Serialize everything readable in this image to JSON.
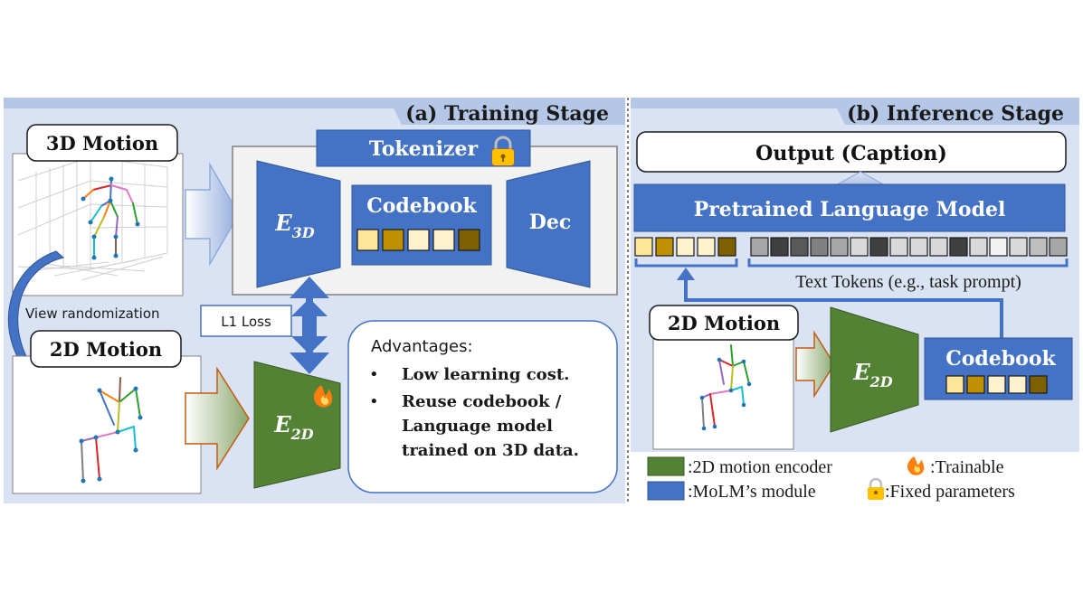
{
  "training": {
    "stage_title": "(a) Training Stage",
    "motion3d_label": "3D Motion",
    "motion2d_label": "2D Motion",
    "view_randomization": "View randomization",
    "tokenizer_label": "Tokenizer",
    "encoder3d": {
      "base": "E",
      "sub": "3D"
    },
    "codebook_label": "Codebook",
    "decoder_label": "Dec",
    "l1_loss": "L1 Loss",
    "encoder2d": {
      "base": "E",
      "sub": "2D"
    },
    "advantages_title": "Advantages:",
    "advantages": [
      "Low learning cost.",
      "Reuse codebook /",
      "Language model",
      "trained on 3D data."
    ]
  },
  "inference": {
    "stage_title": "(b) Inference Stage",
    "output_label": "Output (Caption)",
    "plm_label": "Pretrained Language Model",
    "text_tokens_label": "Text Tokens (e.g., task prompt)",
    "motion2d_label": "2D Motion",
    "encoder2d": {
      "base": "E",
      "sub": "2D"
    },
    "codebook_label": "Codebook"
  },
  "legend": {
    "encoder2d_text": ":2D motion encoder",
    "trainable_text": ":Trainable",
    "molm_text": ":MoLM’s module",
    "fixed_text": ":Fixed parameters"
  },
  "colors": {
    "panel_bg": "#dae3f3",
    "band": "#b4c7e7",
    "module_blue": "#4472c4",
    "encoder_green": "#548235",
    "motion_token_colors": [
      "#ffe699",
      "#bf9000",
      "#fff2cc",
      "#fff2cc",
      "#7f6000"
    ],
    "text_token_colors": [
      "#a6a6a6",
      "#404040",
      "#595959",
      "#808080",
      "#a6a6a6",
      "#d9d9d9",
      "#404040",
      "#d9d9d9",
      "#d9d9d9",
      "#d9d9d9",
      "#404040",
      "#d9d9d9",
      "#f2f2f2",
      "#d9d9d9",
      "#bfbfbf",
      "#a6a6a6"
    ]
  },
  "icons": [
    "lock-icon",
    "flame-icon",
    "stick-figure-3d-plot",
    "stick-figure-2d"
  ]
}
